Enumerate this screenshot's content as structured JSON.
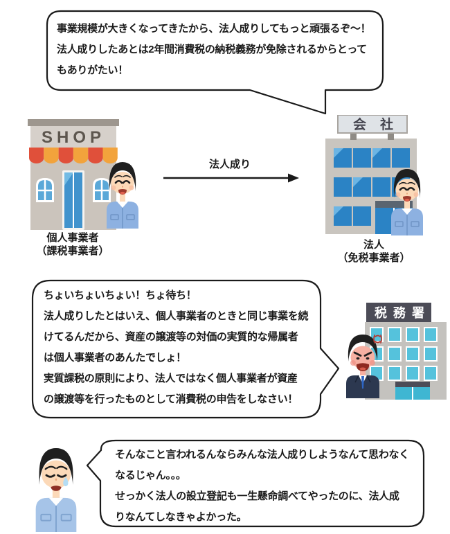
{
  "bubble_top": {
    "text": "事業規模が大きくなってきたから、法人成りしてもっと頑張るぞ～！\n法人成りしたあとは2年間消費税の納税義務が免除されるからとって\nもありがたい！"
  },
  "conversion": {
    "arrow_label": "法人成り"
  },
  "sole_proprietor": {
    "shop_sign": "SHOP",
    "label": "個人事業者\n（課税事業者）"
  },
  "corporation": {
    "building_sign": "会社",
    "label": "法人\n（免税事業者）"
  },
  "bubble_tax_officer": {
    "text": "ちょいちょいちょい！ちょ待ち！\n法人成りしたとはいえ、個人事業者のときと同じ事業を続\nけてるんだから、資産の譲渡等の対価の実質的な帰属者\nは個人事業者のあんたでしょ！\n実質課税の原則により、法人ではなく個人事業者が資産\nの譲渡等を行ったものとして消費税の申告をしなさい！"
  },
  "tax_office": {
    "sign": "税務署"
  },
  "bubble_regret": {
    "text": "そんなこと言われるんならみんな法人成りしようなんて思わなく\nなるじゃん。。。\nせっかく法人の設立登記も一生懸命調べてやったのに、法人成\nりなんてしなきゃよかった。"
  },
  "colors": {
    "outline": "#1a1a1a",
    "bubble_fill": "#ffffff",
    "awning_red": "#e0503a",
    "awning_orange": "#f2a33c",
    "shop_wall": "#cbc4bc",
    "window_blue": "#2b83c5",
    "tax_window_cyan": "#55c2dc",
    "sign_dark": "#4c4c57",
    "worker_shirt_blue": "#8db1e1",
    "crying_shirt_blue": "#a6c4e8",
    "suit_navy": "#2c3850",
    "skin": "#fcd9b8"
  }
}
